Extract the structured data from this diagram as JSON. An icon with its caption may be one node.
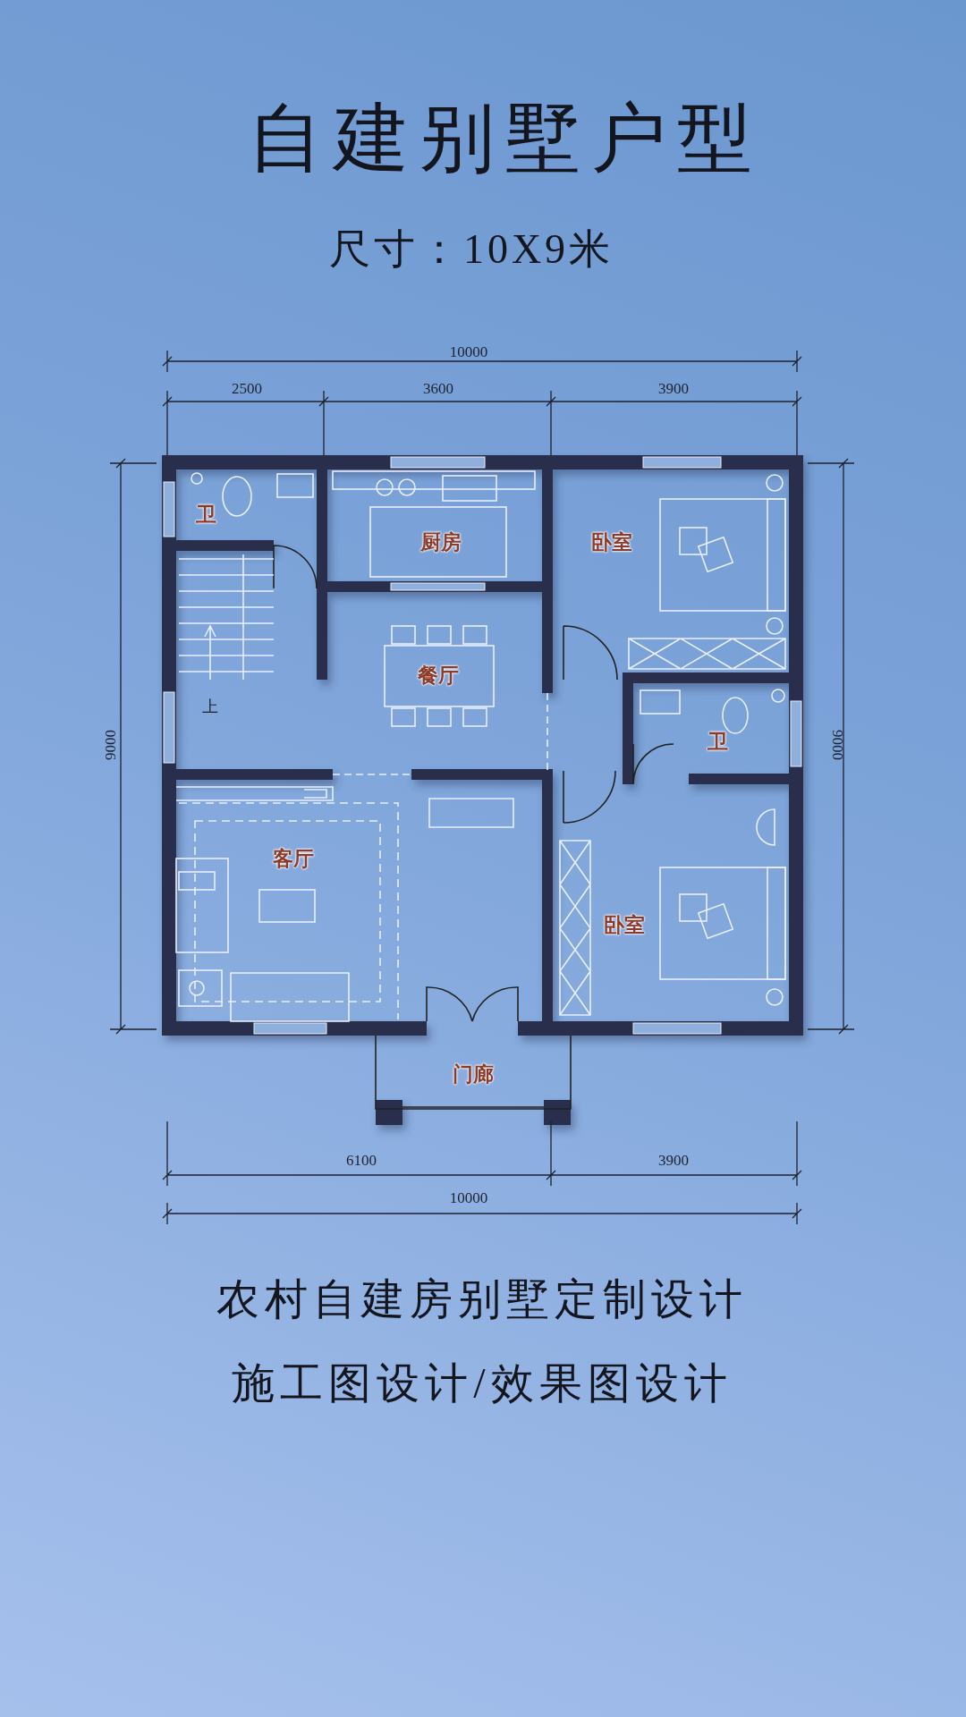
{
  "diagram": {
    "title": "自建别墅户型",
    "labels": [
      "尺寸：10X9米",
      "10000",
      "2500",
      "3600",
      "3900",
      "卫",
      "厨房",
      "卧室",
      "9000",
      "9000",
      "餐厅",
      "上",
      "卫",
      "客厅",
      "卧室",
      "门廊",
      "6100",
      "3900",
      "10000",
      "农村自建房别墅定制设计",
      "施工图设计/效果图设计"
    ]
  }
}
